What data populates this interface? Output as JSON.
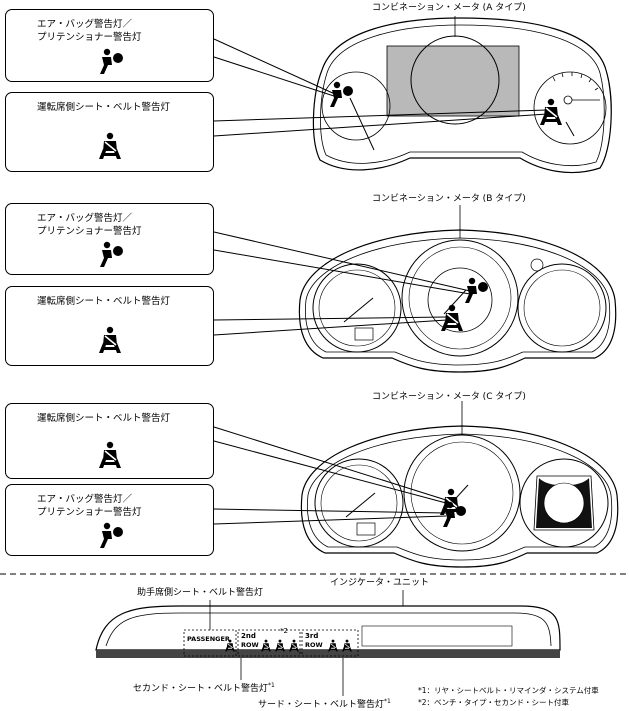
{
  "sections": [
    {
      "meter_title": "コンビネーション・メータ (A タイプ)",
      "callouts": [
        {
          "label": "エア・バッグ警告灯／\nプリテンショナー警告灯",
          "icon": "airbag-warning-icon"
        },
        {
          "label": "運転席側シート・ベルト警告灯",
          "icon": "seatbelt-warning-icon"
        }
      ]
    },
    {
      "meter_title": "コンビネーション・メータ (B タイプ)",
      "callouts": [
        {
          "label": "エア・バッグ警告灯／\nプリテンショナー警告灯",
          "icon": "airbag-warning-icon"
        },
        {
          "label": "運転席側シート・ベルト警告灯",
          "icon": "seatbelt-warning-icon"
        }
      ]
    },
    {
      "meter_title": "コンビネーション・メータ (C タイプ)",
      "callouts": [
        {
          "label": "運転席側シート・ベルト警告灯",
          "icon": "seatbelt-warning-icon"
        },
        {
          "label": "エア・バッグ警告灯／\nプリテンショナー警告灯",
          "icon": "airbag-warning-icon"
        }
      ]
    }
  ],
  "indicator_unit": {
    "title": "インジケータ・ユニット",
    "passenger_label": "助手席側シート・ベルト警告灯",
    "second_label": "セカンド・シート・ベルト警告灯",
    "second_mark": "*1",
    "third_label": "サード・シート・ベルト警告灯",
    "third_mark": "*1",
    "panel_texts": {
      "passenger": "PASSENGER",
      "row2_top": "2nd",
      "row2_bottom": "ROW",
      "row3_top": "3rd",
      "row3_bottom": "ROW",
      "center_mark": "*2"
    },
    "notes": [
      "*1：リヤ・シートベルト・リマインダ・システム付車",
      "*2：ベンチ・タイプ・セカンド・シート付車"
    ]
  }
}
